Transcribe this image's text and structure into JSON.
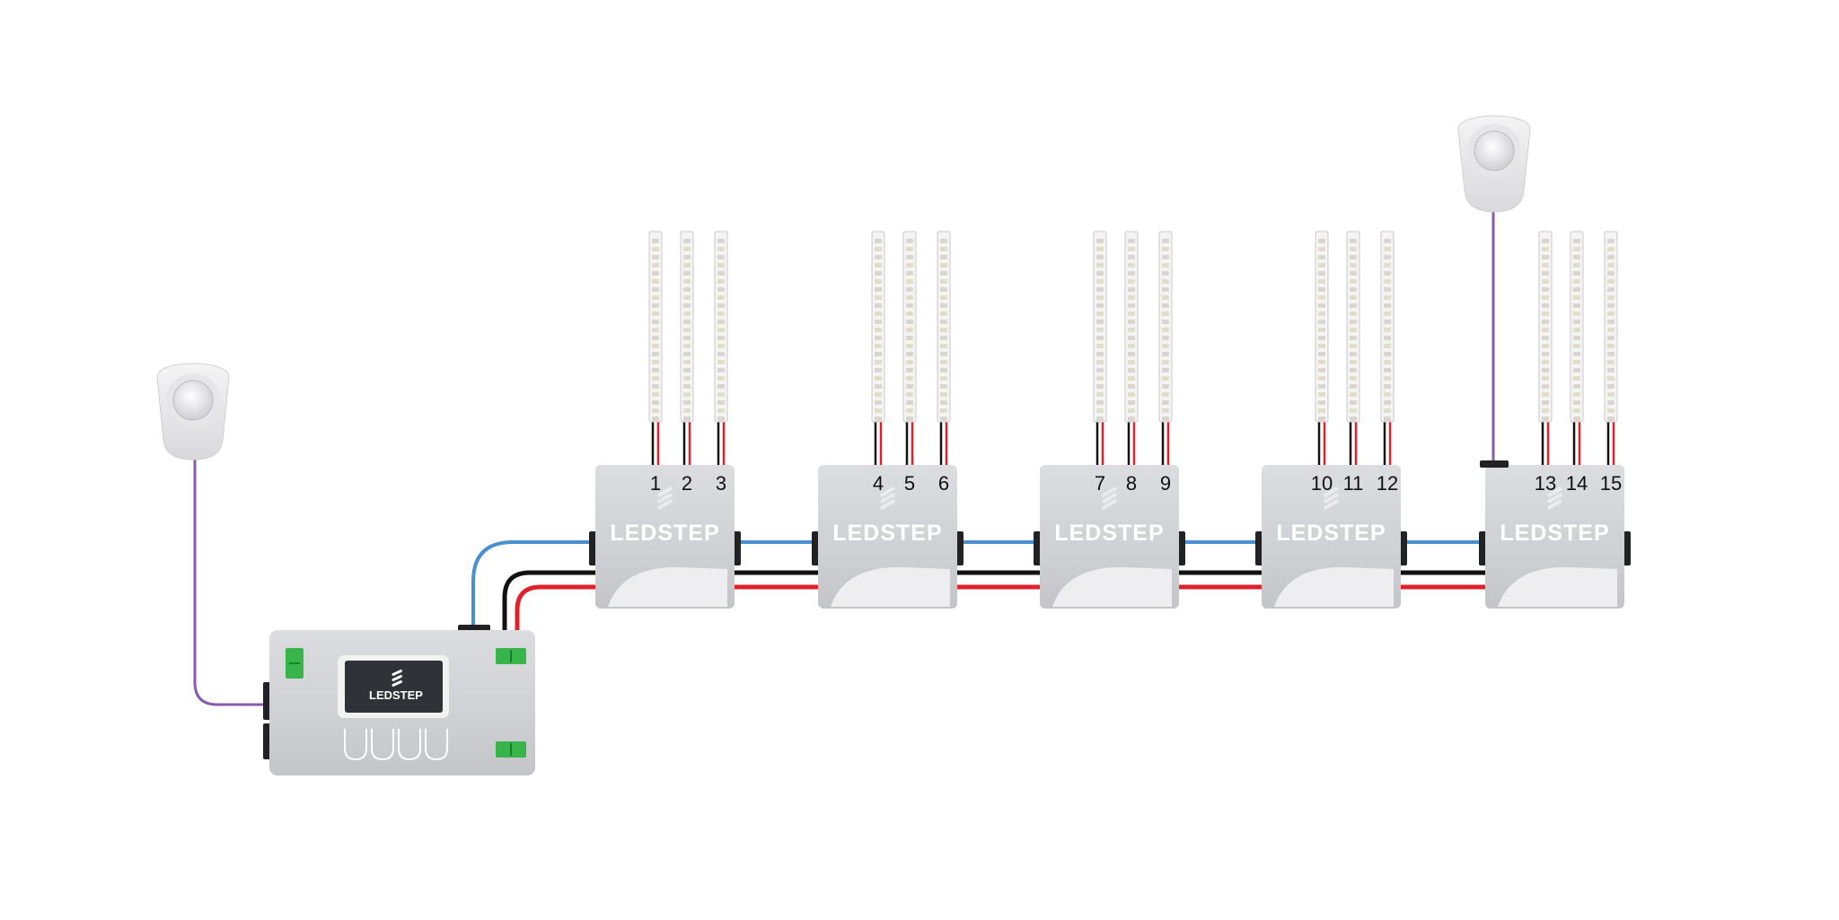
{
  "brand_name": "LEDSTEP",
  "controller": {
    "brand": "LEDSTEP"
  },
  "wire_colors": {
    "data": "#4a8fd0",
    "ground": "#111111",
    "power": "#e0202a",
    "sensor": "#8a5ab0"
  },
  "distribution_boxes": [
    {
      "brand": "LEDSTEP",
      "strips": [
        "1",
        "2",
        "3"
      ]
    },
    {
      "brand": "LEDSTEP",
      "strips": [
        "4",
        "5",
        "6"
      ]
    },
    {
      "brand": "LEDSTEP",
      "strips": [
        "7",
        "8",
        "9"
      ]
    },
    {
      "brand": "LEDSTEP",
      "strips": [
        "10",
        "11",
        "12"
      ]
    },
    {
      "brand": "LEDSTEP",
      "strips": [
        "13",
        "14",
        "15"
      ]
    }
  ],
  "sensors": [
    {
      "icon": "motion-sensor-icon",
      "attached_to": "controller"
    },
    {
      "icon": "motion-sensor-icon",
      "attached_to": "box-5"
    }
  ]
}
